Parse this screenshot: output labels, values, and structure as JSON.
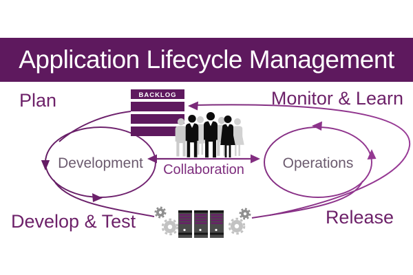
{
  "title": "Application Lifecycle Management",
  "outer_labels": {
    "plan": "Plan",
    "monitor_learn": "Monitor & Learn",
    "develop_test": "Develop & Test",
    "release": "Release"
  },
  "loops": {
    "left": "Development",
    "right": "Operations"
  },
  "center": {
    "backlog_title": "BACKLOG",
    "collaboration": "Collaboration"
  },
  "icons": {
    "backlog": "backlog-list-icon",
    "team": "team-silhouettes-icon",
    "servers": "server-rack-icon",
    "gears": "gears-icon"
  },
  "colors": {
    "banner": "#5e195e",
    "title_text": "#ffffff",
    "curve_dark": "#5e195e",
    "curve_light": "#9a3b97",
    "label_text": "#6d2169",
    "loop_text": "#6b5a6e",
    "backlog_bar": "#5e195e",
    "server_body": "#4b4b4b",
    "server_stripe": "#6b1c6b",
    "silhouette_front": "#0d0d0d",
    "silhouette_back": "#cbcbcb",
    "gear_light": "#c2c2c2",
    "gear_dark": "#8f8f8f"
  }
}
